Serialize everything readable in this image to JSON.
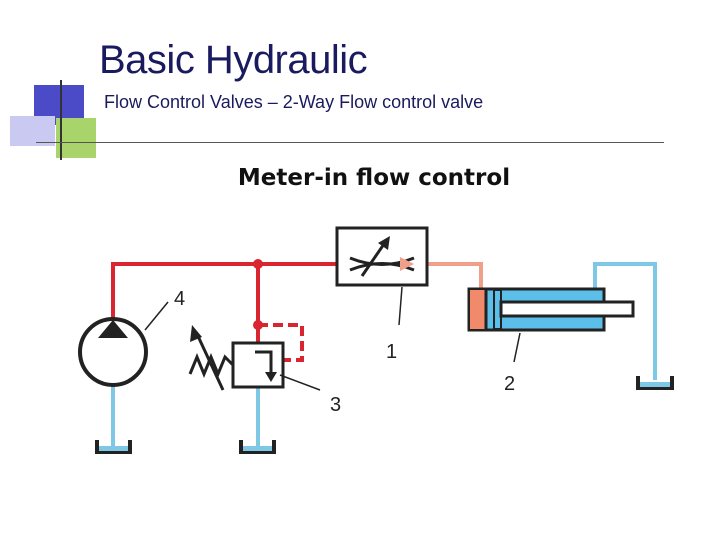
{
  "slide": {
    "title": "Basic Hydraulic",
    "subtitle": "Flow Control Valves – 2-Way Flow control valve",
    "heading": "Meter-in flow control"
  },
  "diagram": {
    "labels": {
      "flow_control_valve": "1",
      "cylinder": "2",
      "relief_valve": "3",
      "pump": "4"
    }
  },
  "colors": {
    "pressure_line": "#d9252f",
    "metered_line": "#f0a08a",
    "return_line": "#7ec8e6",
    "cylinder_body": "#5bbfea",
    "piston": "#f08a6a",
    "accent_blue": "#4b4bc8",
    "accent_green": "#8cc63f"
  }
}
